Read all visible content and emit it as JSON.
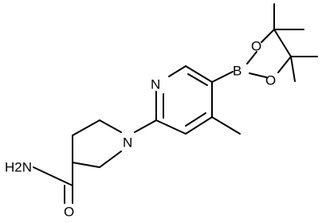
{
  "molecule": {
    "atoms": {
      "carboxamide_nh2": "H2N",
      "carboxamide_o": "O",
      "piperidine_n": "N",
      "pyridine_n": "N",
      "boron": "B",
      "dioxaborolane_o_upper": "O",
      "dioxaborolane_o_lower": "O"
    }
  }
}
